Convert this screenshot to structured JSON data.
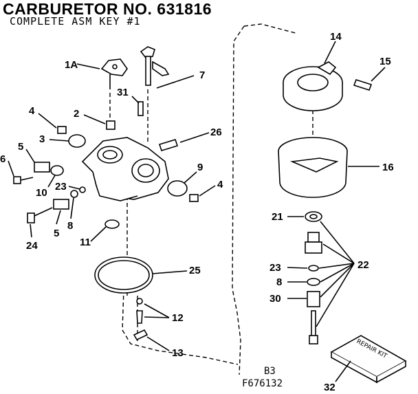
{
  "header": {
    "title": "CARBURETOR NO. 631816",
    "subtitle": "COMPLETE ASM KEY #1"
  },
  "labels": {
    "p1a": "1A",
    "p2": "2",
    "p3": "3",
    "p4a": "4",
    "p4b": "4",
    "p5a": "5",
    "p5b": "5",
    "p6": "6",
    "p7": "7",
    "p8a": "8",
    "p8b": "8",
    "p9": "9",
    "p10": "10",
    "p11": "11",
    "p12": "12",
    "p13": "13",
    "p14": "14",
    "p15": "15",
    "p16": "16",
    "p21": "21",
    "p22": "22",
    "p23a": "23",
    "p23b": "23",
    "p24": "24",
    "p25": "25",
    "p26": "26",
    "p30": "30",
    "p31": "31",
    "p32": "32"
  },
  "repair_kit_text": "REPAIR KIT",
  "codes": {
    "page": "B3",
    "figure": "F676132"
  }
}
